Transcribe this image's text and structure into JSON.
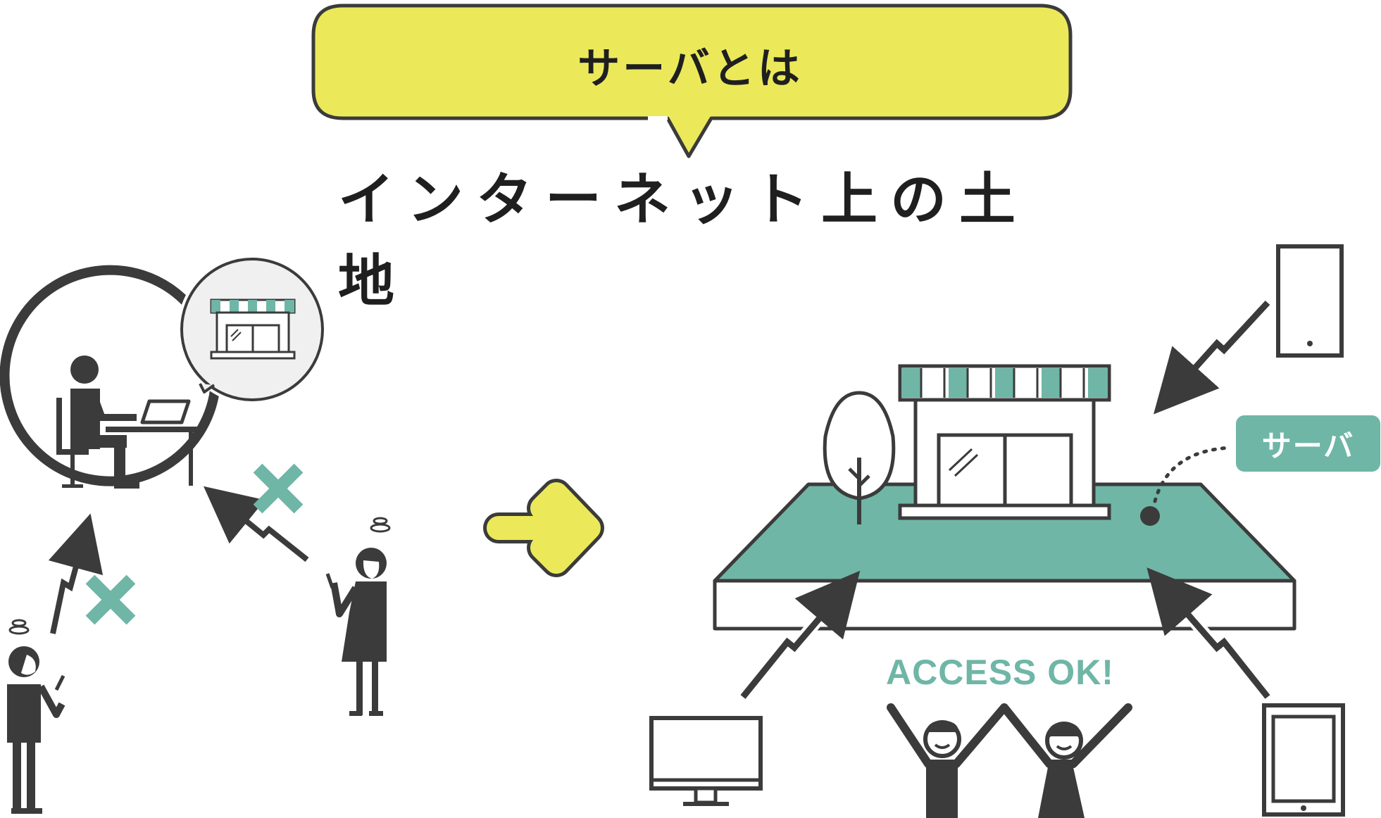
{
  "header": {
    "bubble_text": "サーバとは"
  },
  "main": {
    "subtitle": "インターネット上の土地",
    "server_label": "サーバ",
    "access_text": "ACCESS OK!"
  },
  "colors": {
    "yellow": "#ebe95a",
    "teal": "#6fb6a7",
    "dark": "#3b3b3b",
    "light_gray": "#f0f0f0"
  },
  "icons": [
    "speech-bubble",
    "home-office-circle",
    "shop-thought-bubble",
    "desk-worker-icon",
    "laptop-icon",
    "confused-man-icon",
    "confused-woman-icon",
    "cross-mark-icon",
    "lightning-arrow-icon",
    "right-arrow-icon",
    "land-platform",
    "shop-icon",
    "tree-icon",
    "server-dot",
    "smartphone-icon",
    "monitor-icon",
    "tablet-icon",
    "cheering-people-icon"
  ]
}
